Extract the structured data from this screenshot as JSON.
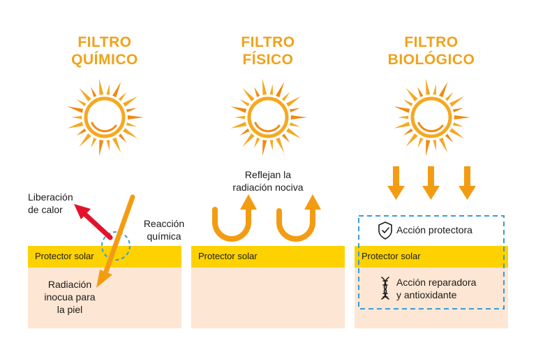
{
  "colors": {
    "accent_orange": "#f39c12",
    "title_orange": "#f0a21a",
    "band_yellow": "#fdd200",
    "skin": "#fde6d3",
    "red_arrow": "#e3122b",
    "dashed_blue": "#3a9bd6"
  },
  "panels": [
    {
      "title_line1": "FILTRO",
      "title_line2": "QUÍMICO",
      "band_label": "Protector solar",
      "label_heat_1": "Liberación",
      "label_heat_2": "de calor",
      "label_reaction_1": "Reacción",
      "label_reaction_2": "química",
      "label_skin_1": "Radiación",
      "label_skin_2": "inocua para",
      "label_skin_3": "la piel"
    },
    {
      "title_line1": "FILTRO",
      "title_line2": "FÍSICO",
      "band_label": "Protector solar",
      "label_reflect_1": "Reflejan la",
      "label_reflect_2": "radiación nociva"
    },
    {
      "title_line1": "FILTRO",
      "title_line2": "BIOLÓGICO",
      "band_label": "Protector solar",
      "label_protect": "Acción protectora",
      "label_repair_1": "Acción reparadora",
      "label_repair_2": "y antioxidante",
      "icons": [
        "shield-check-icon",
        "dna-icon"
      ]
    }
  ]
}
